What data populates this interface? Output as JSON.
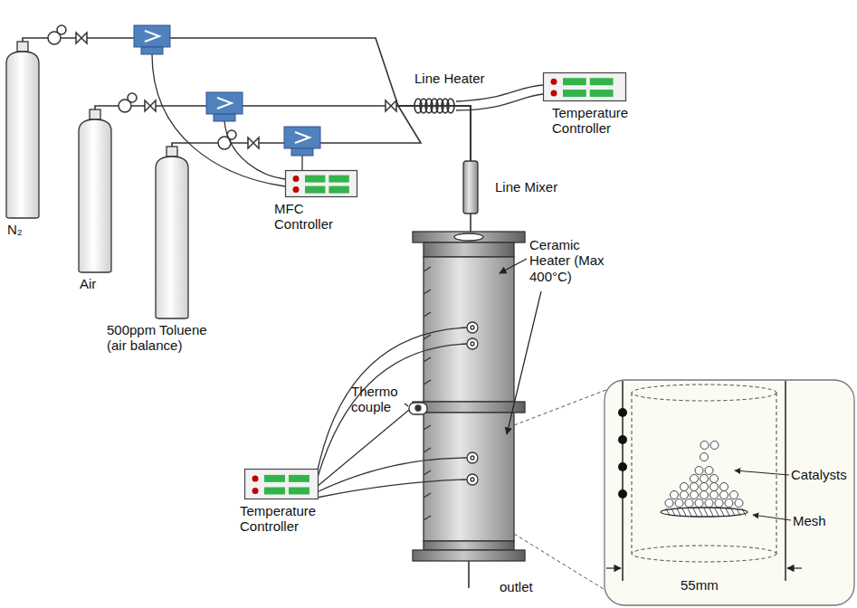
{
  "diagram": {
    "nodes": [
      {
        "text": [
          "N₂"
        ]
      },
      {
        "text": [
          "Air"
        ]
      },
      {
        "text": [
          "500ppm Toluene (air balance)"
        ]
      },
      {
        "text": [
          "MFC Controller"
        ]
      },
      {
        "text": [
          "Temperature Controller"
        ]
      },
      {
        "text": [
          "Line Mixer"
        ]
      },
      {
        "text": [
          "Temperature Controller"
        ]
      }
    ],
    "edges": [
      {
        "from": 0,
        "to": 5,
        "arrow": "none"
      },
      {
        "from": 1,
        "to": 5,
        "arrow": "none"
      },
      {
        "from": 2,
        "to": 5,
        "arrow": "none"
      }
    ],
    "labels": [
      "Line Heater",
      "Ceramic Heater (Max 400°C)",
      "Thermo couple",
      "outlet",
      "Catalysts",
      "Mesh",
      "55mm"
    ]
  }
}
